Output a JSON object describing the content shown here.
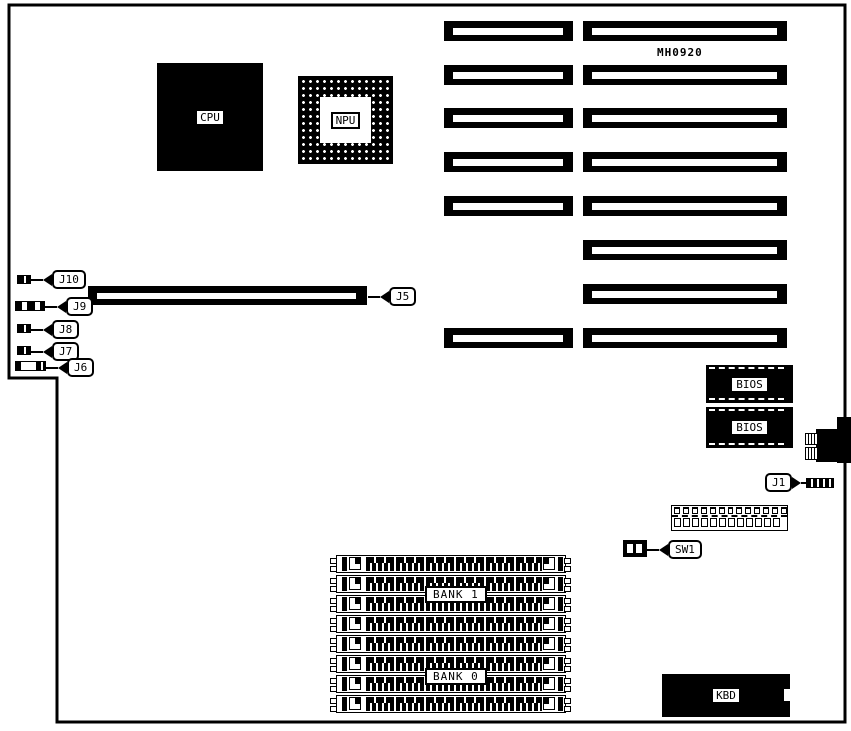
{
  "board": {
    "model": "MH0920",
    "background": "#ffffff",
    "line_color": "#000000"
  },
  "chips": {
    "cpu": {
      "label": "CPU"
    },
    "npu": {
      "label": "NPU"
    },
    "bios1": {
      "label": "BIOS"
    },
    "bios2": {
      "label": "BIOS"
    },
    "kbd": {
      "label": "KBD"
    }
  },
  "memory": {
    "bank1": {
      "label": "BANK 1"
    },
    "bank0": {
      "label": "BANK 0"
    },
    "simm_sockets": 8
  },
  "callouts": {
    "j10": {
      "label": "J10"
    },
    "j9": {
      "label": "J9"
    },
    "j8": {
      "label": "J8"
    },
    "j7": {
      "label": "J7"
    },
    "j6": {
      "label": "J6"
    },
    "j5": {
      "label": "J5"
    },
    "j1": {
      "label": "J1"
    },
    "sw1": {
      "label": "SW1"
    }
  },
  "expansion_slots": {
    "left_column_count": 6,
    "right_column_count": 8
  },
  "header_strip": {
    "top_pins": 13,
    "bottom_pins": 12
  }
}
